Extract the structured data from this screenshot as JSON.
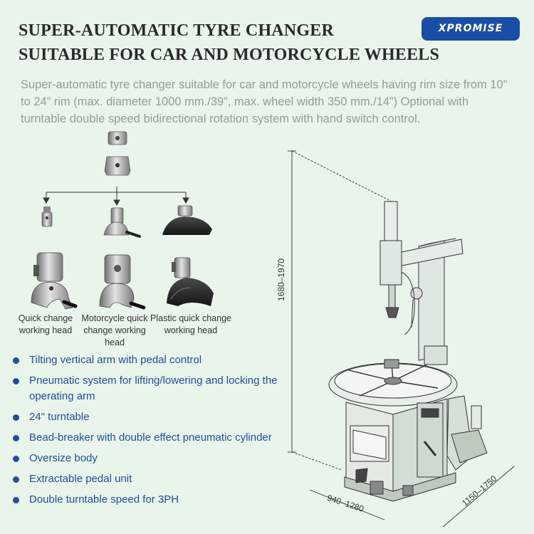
{
  "header": {
    "title_line1": "SUPER-AUTOMATIC TYRE CHANGER",
    "title_line2": "SUITABLE FOR CAR AND MOTORCYCLE WHEELS",
    "brand_logo": "XPROMISE"
  },
  "description": "Super-automatic tyre changer suitable for car and motorcycle wheels having rim size from 10” to 24” rim (max. diameter 1000 mm./39”, max. wheel width 350 mm./14”) Optional with turntable double speed bidirectional rotation system with hand switch control.",
  "working_heads": [
    {
      "line1": "Quick change",
      "line2": "working head"
    },
    {
      "line1": "Motorcycle quick",
      "line2": "change working head"
    },
    {
      "line1": "Plastic quick change",
      "line2": "working head"
    }
  ],
  "features": [
    {
      "text": "Tilting vertical arm with pedal control"
    },
    {
      "text": "Pneumatic system for lifting/lowering and locking the operating arm"
    },
    {
      "text": "24\" turntable"
    },
    {
      "text": "Bead-breaker with double effect pneumatic cylinder"
    },
    {
      "text": "Oversize body"
    },
    {
      "text": "Extractable pedal unit"
    },
    {
      "text": "Double turntable speed for 3PH"
    }
  ],
  "dimensions": {
    "height": "1680–1970",
    "depth": "940–1280",
    "width": "1150–1750"
  },
  "colors": {
    "background": "#e9f4ea",
    "brand_blue": "#1a4ea6",
    "feature_blue": "#1d4f9c",
    "description_gray": "#9a9a9a"
  }
}
